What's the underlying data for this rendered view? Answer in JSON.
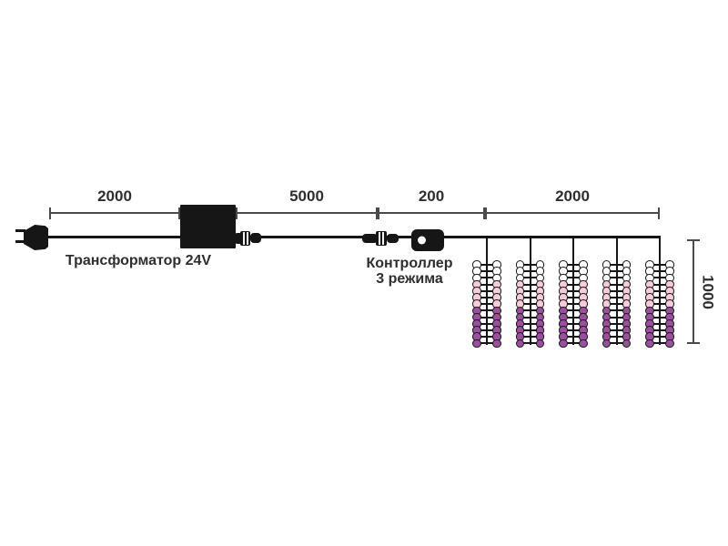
{
  "dims": {
    "seg1": "2000",
    "seg2": "5000",
    "seg3": "200",
    "seg4": "2000",
    "vertical": "1000"
  },
  "labels": {
    "transformer": "Трансформатор 24V",
    "controller_line1": "Контроллер",
    "controller_line2": "3 режима"
  },
  "colors": {
    "line": "#161616",
    "dim_line": "#4a4a4a",
    "text": "#2e2e2e",
    "bead_white": "#ffffff",
    "bead_pink": "#f5cdd9",
    "bead_purple": "#9c4f9f"
  },
  "clusters": {
    "count": 5,
    "centers_x": [
      535,
      582.5,
      630,
      677.5,
      725
    ],
    "rows": 13,
    "row_colors": [
      "white",
      "white",
      "white",
      "pink",
      "pink",
      "pink",
      "pink",
      "purple",
      "purple",
      "purple",
      "purple",
      "purple",
      "purple"
    ],
    "columns_per_cluster": 2
  }
}
